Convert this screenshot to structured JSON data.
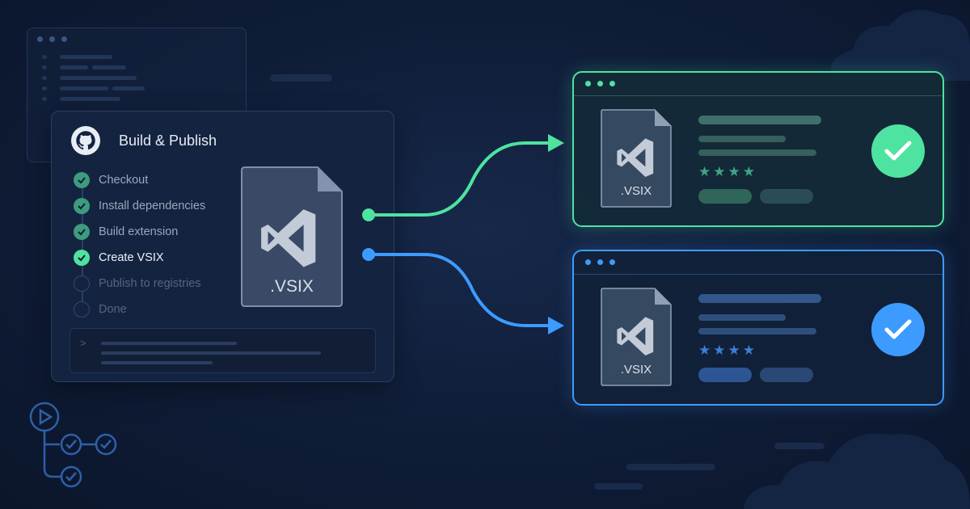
{
  "pipeline": {
    "title": "Build & Publish",
    "steps": [
      {
        "label": "Checkout",
        "state": "done"
      },
      {
        "label": "Install dependencies",
        "state": "done"
      },
      {
        "label": "Build extension",
        "state": "done"
      },
      {
        "label": "Create VSIX",
        "state": "active"
      },
      {
        "label": "Publish to registries",
        "state": "pending"
      },
      {
        "label": "Done",
        "state": "pending"
      }
    ],
    "terminal_prompt": ">"
  },
  "artifact": {
    "label": ".VSIX"
  },
  "marketplaces": [
    {
      "file_label": ".VSIX",
      "accent": "#4ee3a0",
      "status": "published",
      "rating_stars": "★★★★"
    },
    {
      "file_label": ".VSIX",
      "accent": "#3d9bff",
      "status": "published",
      "rating_stars": "★★★★"
    }
  ],
  "colors": {
    "green": "#4ee3a0",
    "blue": "#3d9bff",
    "background": "#0f1c36"
  }
}
